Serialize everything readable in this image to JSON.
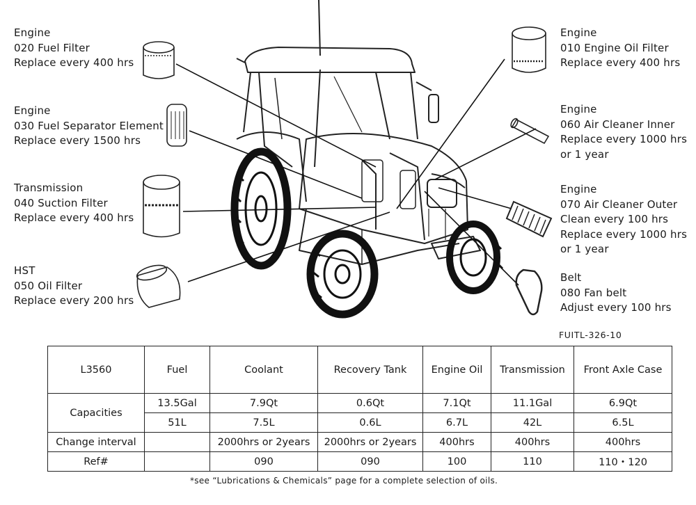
{
  "callouts": {
    "fuel_filter": {
      "system": "Engine",
      "part": "020 Fuel Filter",
      "interval": "Replace every 400 hrs"
    },
    "fuel_separator": {
      "system": "Engine",
      "part": "030 Fuel Separator Element",
      "interval": "Replace every 1500 hrs"
    },
    "suction_filter": {
      "system": "Transmission",
      "part": "040 Suction Filter",
      "interval": "Replace every 400 hrs"
    },
    "hst_oil_filter": {
      "system": "HST",
      "part": "050 Oil Filter",
      "interval": "Replace every 200 hrs"
    },
    "engine_oil_filter": {
      "system": "Engine",
      "part": "010 Engine Oil Filter",
      "interval": "Replace every 400 hrs"
    },
    "air_cleaner_inner": {
      "system": "Engine",
      "part": "060 Air Cleaner Inner",
      "interval": "Replace every 1000 hrs",
      "interval2": "or 1 year"
    },
    "air_cleaner_outer": {
      "system": "Engine",
      "part": "070 Air Cleaner Outer",
      "interval": "Clean every 100 hrs",
      "interval2": "Replace every 1000 hrs",
      "interval3": "or 1 year"
    },
    "fan_belt": {
      "system": "Belt",
      "part": "080 Fan belt",
      "interval": "Adjust every 100 hrs"
    }
  },
  "figure_code": "FUITL-326-10",
  "table": {
    "model": "L3560",
    "headers": [
      "Fuel",
      "Coolant",
      "Recovery Tank",
      "Engine Oil",
      "Transmission",
      "Front Axle Case"
    ],
    "capacities_label": "Capacities",
    "capacities_us": [
      "13.5Gal",
      "7.9Qt",
      "0.6Qt",
      "7.1Qt",
      "11.1Gal",
      "6.9Qt"
    ],
    "capacities_metric": [
      "51L",
      "7.5L",
      "0.6L",
      "6.7L",
      "42L",
      "6.5L"
    ],
    "change_interval_label": "Change interval",
    "change_interval": [
      "",
      "2000hrs or 2years",
      "2000hrs or 2years",
      "400hrs",
      "400hrs",
      "400hrs"
    ],
    "ref_label": "Ref#",
    "ref": [
      "",
      "090",
      "090",
      "100",
      "110",
      "110・120"
    ]
  },
  "footnote": "*see “Lubrications & Chemicals” page for a complete selection of oils."
}
